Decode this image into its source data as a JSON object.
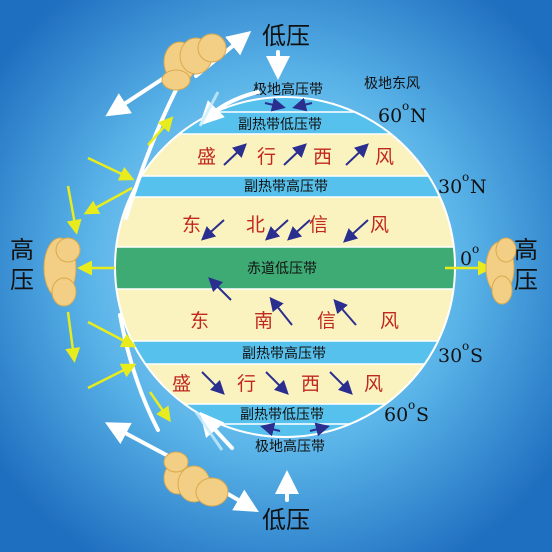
{
  "labels": {
    "low_top": "低压",
    "low_bottom": "低压",
    "high_left_1": "高",
    "high_left_2": "压",
    "high_right_1": "高",
    "high_right_2": "压",
    "polar_easterlies": "极地东风",
    "lat_60n": "60",
    "lat_60n_suffix": "N",
    "lat_30n": "30",
    "lat_30n_suffix": "N",
    "lat_0": "0",
    "lat_30s": "30",
    "lat_30s_suffix": "S",
    "lat_60s": "60",
    "lat_60s_suffix": "S",
    "degree": "o"
  },
  "belts": {
    "polar_high_n": "极地高压带",
    "subpolar_low_n": "副热带低压带",
    "subtropical_high_n": "副热带高压带",
    "equatorial_low": "赤道低压带",
    "subtropical_high_s": "副热带高压带",
    "subpolar_low_s": "副热带低压带",
    "polar_high_s": "极地高压带"
  },
  "winds": {
    "westerlies_n": [
      "盛",
      "行",
      "西",
      "风"
    ],
    "ne_trades": [
      "东",
      "北",
      "信",
      "风"
    ],
    "se_trades": [
      "东",
      "南",
      "信",
      "风"
    ],
    "westerlies_s": [
      "盛",
      "行",
      "西",
      "风"
    ]
  },
  "colors": {
    "background_center": "#8fd3f5",
    "background_edge": "#1f6fc0",
    "pressure_band": "#56c1ec",
    "wind_band": "#fbf3bf",
    "equator_band": "#3eaa74",
    "wind_arrow": "#2a2f8f",
    "wind_text": "#c0281e",
    "flow_arrow": "#ffffff",
    "yellow_arrow": "#e8ec1c",
    "cloud": "#f3cf86"
  }
}
